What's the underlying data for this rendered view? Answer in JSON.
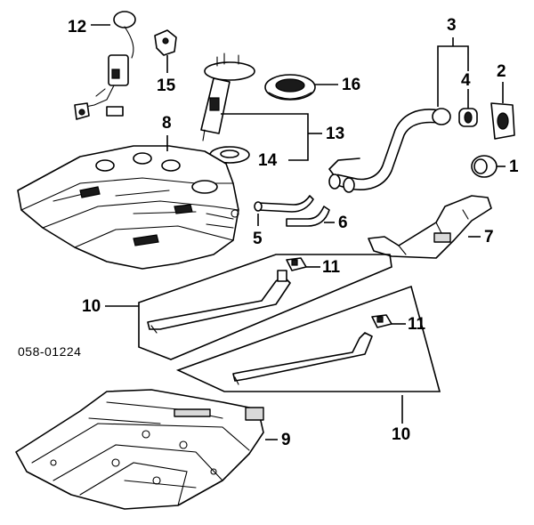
{
  "diagram_code": "058-01224",
  "callouts": {
    "c1": "1",
    "c2": "2",
    "c3": "3",
    "c4": "4",
    "c5": "5",
    "c6": "6",
    "c7": "7",
    "c8": "8",
    "c9": "9",
    "c10a": "10",
    "c10b": "10",
    "c11a": "11",
    "c11b": "11",
    "c12": "12",
    "c13": "13",
    "c14": "14",
    "c15": "15",
    "c16": "16"
  }
}
